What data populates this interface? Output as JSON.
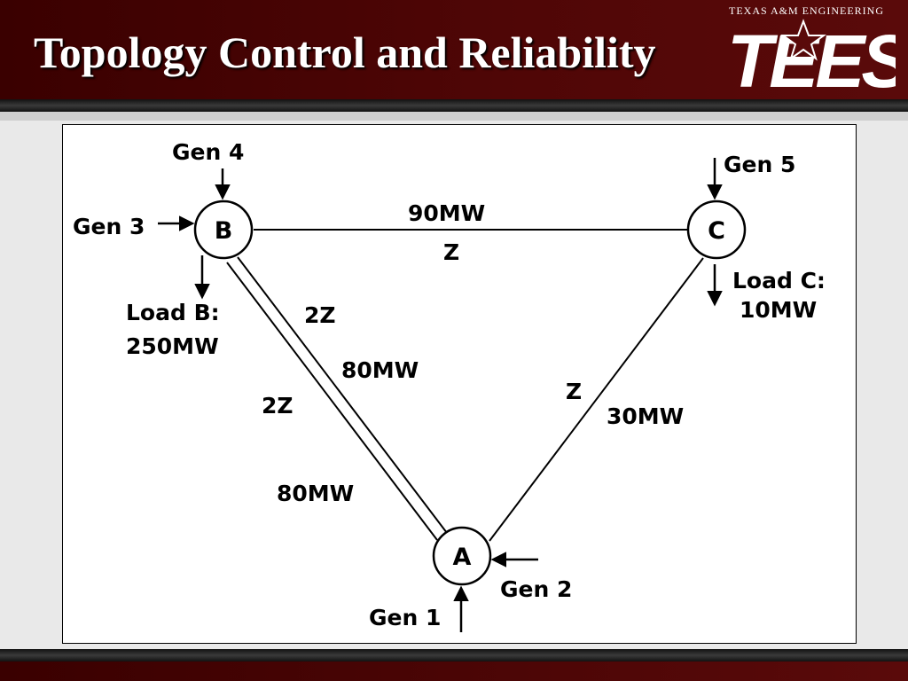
{
  "slide": {
    "title": "Topology Control and Reliability",
    "org_text": "TEXAS A&M ENGINEERING",
    "logo_text": "TEES"
  },
  "diagram": {
    "nodes": {
      "b": "B",
      "c": "C",
      "a": "A"
    },
    "labels": {
      "gen4": "Gen 4",
      "gen3": "Gen 3",
      "gen5": "Gen 5",
      "gen2": "Gen 2",
      "gen1": "Gen 1",
      "load_b_1": "Load B:",
      "load_b_2": "250MW",
      "load_c_1": "Load C:",
      "load_c_2": "10MW",
      "bc_flow": "90MW",
      "bc_imp": "Z",
      "ba_outer_imp": "2Z",
      "ba_outer_flow": "80MW",
      "ba_inner_imp": "2Z",
      "ba_inner_flow": "80MW",
      "ca_imp": "Z",
      "ca_flow": "30MW"
    }
  }
}
